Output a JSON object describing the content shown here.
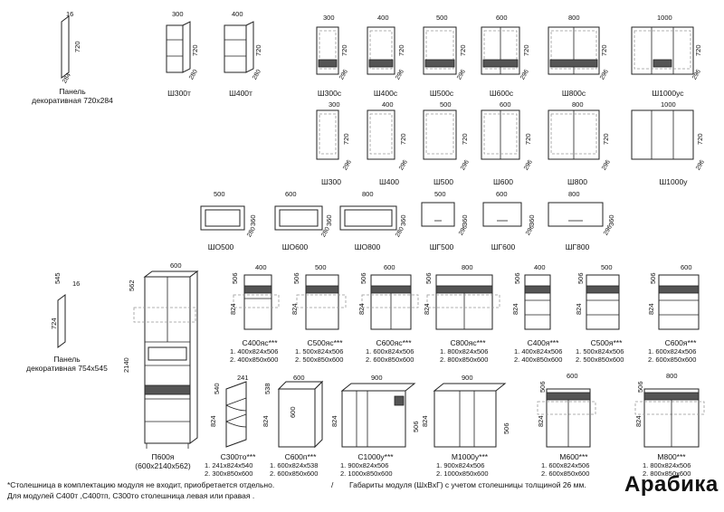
{
  "panels": {
    "top": {
      "label1": "Панель",
      "label2": "декоративная 720х284",
      "d1": "16",
      "d2": "720",
      "d3": "284"
    },
    "bottom": {
      "label1": "Панель",
      "label2": "декоративная 754х545",
      "d1": "545",
      "d2": "16",
      "d3": "724"
    }
  },
  "open_wall": [
    {
      "name": "Ш300т",
      "w": "300",
      "h": "720",
      "d": "280"
    },
    {
      "name": "Ш400т",
      "w": "400",
      "h": "720",
      "d": "280"
    }
  ],
  "glass_wall": [
    {
      "name": "Ш300с",
      "w": "300",
      "h": "720",
      "d": "296"
    },
    {
      "name": "Ш400с",
      "w": "400",
      "h": "720",
      "d": "296"
    },
    {
      "name": "Ш500с",
      "w": "500",
      "h": "720",
      "d": "296"
    },
    {
      "name": "Ш600с",
      "w": "600",
      "h": "720",
      "d": "296"
    },
    {
      "name": "Ш800с",
      "w": "800",
      "h": "720",
      "d": "296"
    },
    {
      "name": "Ш1000ус",
      "w": "1000",
      "h": "720",
      "d": "296"
    }
  ],
  "wall": [
    {
      "name": "Ш300",
      "w": "300",
      "h": "720",
      "d": "296"
    },
    {
      "name": "Ш400",
      "w": "400",
      "h": "720",
      "d": "296"
    },
    {
      "name": "Ш500",
      "w": "500",
      "h": "720",
      "d": "296"
    },
    {
      "name": "Ш600",
      "w": "600",
      "h": "720",
      "d": "296"
    },
    {
      "name": "Ш800",
      "w": "800",
      "h": "720",
      "d": "296"
    },
    {
      "name": "Ш1000у",
      "w": "1000",
      "h": "720",
      "d": "296"
    }
  ],
  "shelves": [
    {
      "name": "ШО500",
      "w": "500",
      "h": "360",
      "d": "280"
    },
    {
      "name": "ШО600",
      "w": "600",
      "h": "360",
      "d": "280"
    },
    {
      "name": "ШО800",
      "w": "800",
      "h": "360",
      "d": "280"
    }
  ],
  "hoods": [
    {
      "name": "ШГ500",
      "w": "500",
      "h": "360",
      "d": "296"
    },
    {
      "name": "ШГ600",
      "w": "600",
      "h": "360",
      "d": "296"
    },
    {
      "name": "ШГ800",
      "w": "800",
      "h": "360",
      "d": "296"
    }
  ],
  "tall": {
    "name": "П600я",
    "dims": "(600х2140х562)",
    "w": "600",
    "h": "2140",
    "d": "562"
  },
  "base_top": [
    {
      "name": "С400яс***",
      "l1": "1. 400х824х506",
      "l2": "2. 400х850х600",
      "w": "400",
      "h": "824",
      "d": "506"
    },
    {
      "name": "С500яс***",
      "l1": "1. 500х824х506",
      "l2": "2. 500х850х600",
      "w": "500",
      "h": "824",
      "d": "506"
    },
    {
      "name": "С600яс***",
      "l1": "1. 600х824х506",
      "l2": "2. 600х850х600",
      "w": "600",
      "h": "824",
      "d": "506"
    },
    {
      "name": "С800яс***",
      "l1": "1. 800х824х506",
      "l2": "2. 800х850х600",
      "w": "800",
      "h": "824",
      "d": "506"
    },
    {
      "name": "С400я***",
      "l1": "1. 400х824х506",
      "l2": "2. 400х850х600",
      "w": "400",
      "h": "824",
      "d": "506"
    },
    {
      "name": "С500я***",
      "l1": "1. 500х824х506",
      "l2": "2. 500х850х600",
      "w": "500",
      "h": "824",
      "d": "506"
    },
    {
      "name": "С600я***",
      "l1": "1. 600х824х506",
      "l2": "2. 600х850х600",
      "w": "600",
      "h": "824",
      "d": "506"
    }
  ],
  "base_bottom": [
    {
      "name": "С300то***",
      "l1": "1. 241х824х540",
      "l2": "2. 300х850х600",
      "w": "241",
      "h": "824",
      "d": "540"
    },
    {
      "name": "С600п***",
      "l1": "1. 600х824х538",
      "l2": "2. 600х850х600",
      "w": "600",
      "h": "824",
      "d": "538",
      "inner": "600"
    },
    {
      "name": "С1000у***",
      "l1": "1. 900х824х506",
      "l2": "2. 1000х850х600",
      "w": "900",
      "h": "824",
      "d": "506"
    },
    {
      "name": "М1000у***",
      "l1": "1. 900х824х506",
      "l2": "2. 1000х850х600",
      "w": "900",
      "h": "824",
      "d": "506"
    },
    {
      "name": "М600***",
      "l1": "1. 600х824х506",
      "l2": "2. 600х850х600",
      "w": "600",
      "h": "824",
      "d": "506"
    },
    {
      "name": "М800***",
      "l1": "1. 800х824х506",
      "l2": "2. 800х850х600",
      "w": "800",
      "h": "824",
      "d": "506"
    }
  ],
  "footer": {
    "note1": "*Столешница в комплектацию модуля не входит, приобретается отдельно.",
    "note2": "Для модулей С400т ,С400тп, С300то столешница левая или правая .",
    "slash": "/",
    "note3": "Габариты модуля (ШхВхГ) с учетом столешницы толщиной 26 мм."
  },
  "brand": "Арабика"
}
